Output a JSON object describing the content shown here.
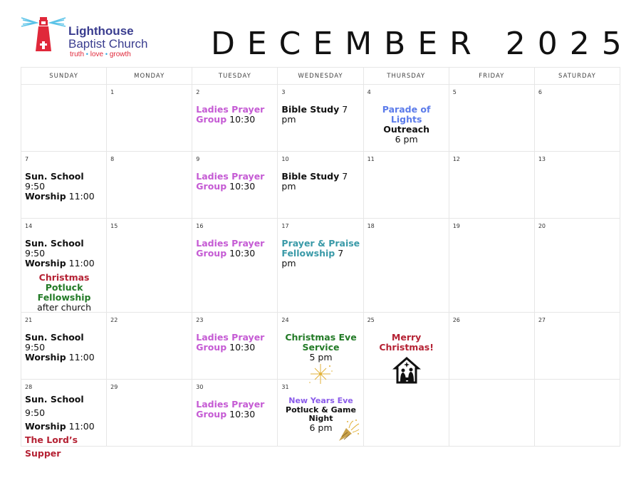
{
  "logo": {
    "line1": "Lighthouse",
    "line2": "Baptist Church",
    "tagline": [
      "truth",
      "love",
      "growth"
    ],
    "tagline_sep": "•"
  },
  "title": "DECEMBER 2025",
  "weekdays": [
    "SUNDAY",
    "MONDAY",
    "TUESDAY",
    "WEDNESDAY",
    "THURSDAY",
    "FRIDAY",
    "SATURDAY"
  ],
  "days": {
    "d1": "1",
    "d2": "2",
    "d3": "3",
    "d4": "4",
    "d5": "5",
    "d6": "6",
    "d7": "7",
    "d8": "8",
    "d9": "9",
    "d10": "10",
    "d11": "11",
    "d12": "12",
    "d13": "13",
    "d14": "14",
    "d15": "15",
    "d16": "16",
    "d17": "17",
    "d18": "18",
    "d19": "19",
    "d20": "20",
    "d21": "21",
    "d22": "22",
    "d23": "23",
    "d24": "24",
    "d25": "25",
    "d26": "26",
    "d27": "27",
    "d28": "28",
    "d29": "29",
    "d30": "30",
    "d31": "31"
  },
  "events": {
    "ladies_prayer": {
      "name_line1": "Ladies Prayer",
      "name_line2": "Group",
      "time": "10:30"
    },
    "bible_study": {
      "name": "Bible Study",
      "time": "7 pm"
    },
    "parade": {
      "line1": "Parade of Lights",
      "line2": "Outreach",
      "time": "6 pm"
    },
    "sun_school": {
      "name": "Sun. School",
      "time": "9:50"
    },
    "worship": {
      "name": "Worship",
      "time": "11:00"
    },
    "potluck": {
      "line1": "Christmas",
      "line2": "Potluck",
      "line3": "Fellowship",
      "line4": "after church"
    },
    "prayer_praise": {
      "line1": "Prayer & Praise",
      "line2": "Fellowship",
      "time": "7 pm"
    },
    "christmas_eve": {
      "line1": "Christmas Eve",
      "line2": "Service",
      "time": "5 pm"
    },
    "merry_christmas": {
      "text": "Merry Christmas!"
    },
    "lords_supper": {
      "text": "The Lord’s Supper"
    },
    "new_years": {
      "line1": "New Years Eve",
      "line2": "Potluck & Game",
      "line3": "Night",
      "time": "6 pm"
    }
  },
  "colors": {
    "ladies": "#c55bd4",
    "parade": "#5b7bea",
    "prayer_praise": "#3a9aa8",
    "christmas_red": "#b52234",
    "christmas_green": "#227a26",
    "new_years": "#8a5bea",
    "logo_navy": "#3a3d8f",
    "logo_red": "#e0283a"
  }
}
